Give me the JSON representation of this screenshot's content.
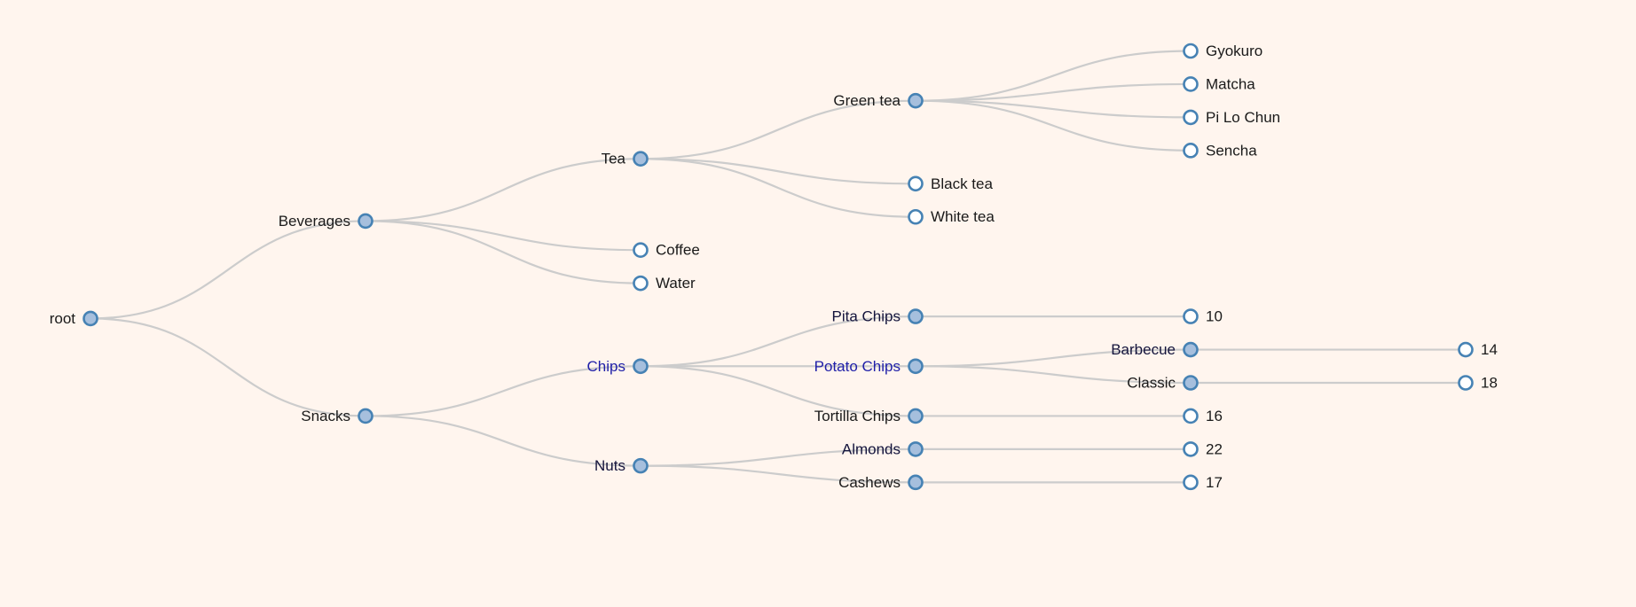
{
  "colors": {
    "background": "#fff5ee",
    "link": "#cccccc",
    "node_stroke": "steelblue",
    "collapsed_fill": "#a6bfdd",
    "leaf_fill": "#ffffff",
    "label_default": "#1a1a1a",
    "label_dark": "#14143c",
    "label_highlight": "#1f1fa8"
  },
  "tree": {
    "id": "root",
    "label": "root",
    "label_color": "label_default",
    "children": [
      {
        "id": "beverages",
        "label": "Beverages",
        "label_color": "label_default",
        "children": [
          {
            "id": "tea",
            "label": "Tea",
            "label_color": "label_default",
            "children": [
              {
                "id": "green-tea",
                "label": "Green tea",
                "label_color": "label_default",
                "children": [
                  {
                    "id": "gyokuro",
                    "label": "Gyokuro"
                  },
                  {
                    "id": "matcha",
                    "label": "Matcha"
                  },
                  {
                    "id": "pi-lo-chun",
                    "label": "Pi Lo Chun"
                  },
                  {
                    "id": "sencha",
                    "label": "Sencha"
                  }
                ]
              },
              {
                "id": "black-tea",
                "label": "Black tea"
              },
              {
                "id": "white-tea",
                "label": "White tea"
              }
            ]
          },
          {
            "id": "coffee",
            "label": "Coffee"
          },
          {
            "id": "water",
            "label": "Water"
          }
        ]
      },
      {
        "id": "snacks",
        "label": "Snacks",
        "label_color": "label_default",
        "children": [
          {
            "id": "chips",
            "label": "Chips",
            "label_color": "label_highlight",
            "children": [
              {
                "id": "pita-chips",
                "label": "Pita Chips",
                "label_color": "label_dark",
                "children": [
                  {
                    "id": "pita-chips-count",
                    "label": "10"
                  }
                ]
              },
              {
                "id": "potato-chips",
                "label": "Potato Chips",
                "label_color": "label_highlight",
                "children": [
                  {
                    "id": "barbecue",
                    "label": "Barbecue",
                    "label_color": "label_dark",
                    "children": [
                      {
                        "id": "barbecue-count",
                        "label": "14"
                      }
                    ]
                  },
                  {
                    "id": "classic",
                    "label": "Classic",
                    "label_color": "label_default",
                    "children": [
                      {
                        "id": "classic-count",
                        "label": "18"
                      }
                    ]
                  }
                ]
              },
              {
                "id": "tortilla-chips",
                "label": "Tortilla Chips",
                "label_color": "label_default",
                "children": [
                  {
                    "id": "tortilla-chips-count",
                    "label": "16"
                  }
                ]
              }
            ]
          },
          {
            "id": "nuts",
            "label": "Nuts",
            "label_color": "label_dark",
            "children": [
              {
                "id": "almonds",
                "label": "Almonds",
                "label_color": "label_dark",
                "children": [
                  {
                    "id": "almonds-count",
                    "label": "22"
                  }
                ]
              },
              {
                "id": "cashews",
                "label": "Cashews",
                "label_color": "label_default",
                "children": [
                  {
                    "id": "cashews-count",
                    "label": "17"
                  }
                ]
              }
            ]
          }
        ]
      }
    ]
  }
}
